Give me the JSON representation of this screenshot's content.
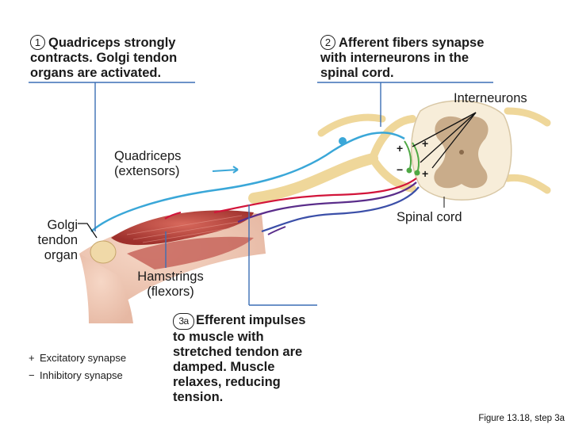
{
  "steps": {
    "step1": {
      "num": "1",
      "line1": "Quadriceps strongly",
      "line2": "contracts. Golgi tendon",
      "line3": "organs are activated."
    },
    "step2": {
      "num": "2",
      "line1": "Afferent fibers synapse",
      "line2": "with interneurons in the",
      "line3": "spinal cord."
    },
    "step3": {
      "num": "3a",
      "line1": "Efferent impulses",
      "line2": "to muscle with",
      "line3": "stretched tendon are",
      "line4": "damped. Muscle",
      "line5": "relaxes, reducing",
      "line6": "tension."
    }
  },
  "labels": {
    "interneurons": "Interneurons",
    "quadriceps_1": "Quadriceps",
    "quadriceps_2": "(extensors)",
    "spinal_cord": "Spinal cord",
    "golgi_1": "Golgi",
    "golgi_2": "tendon",
    "golgi_3": "organ",
    "hamstrings_1": "Hamstrings",
    "hamstrings_2": "(flexors)"
  },
  "legend": {
    "plus_symbol": "+",
    "plus_label": "Excitatory synapse",
    "minus_symbol": "−",
    "minus_label": "Inhibitory synapse"
  },
  "synapse_marks": {
    "plus": "+",
    "minus": "−"
  },
  "figure_caption": "Figure 13.18, step 3a",
  "colors": {
    "afferent": "#3aa7d8",
    "efferent_red": "#d2143a",
    "efferent_purple": "#5a2d8a",
    "efferent_blue": "#3b4fa8",
    "nerve_tan": "#efd79a",
    "interneuron": "#4ea844",
    "muscle": "#b8453e",
    "gray_matter": "#c9ac8a",
    "pointer": "#3b6fb5"
  }
}
